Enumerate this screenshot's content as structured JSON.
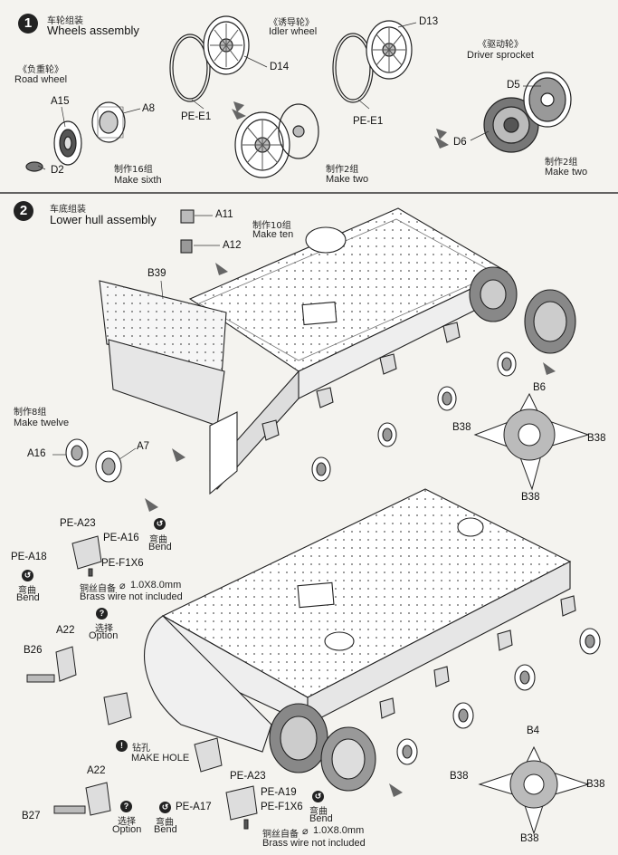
{
  "step1": {
    "number": "1",
    "title_zh": "车轮组装",
    "title_en": "Wheels assembly",
    "road_wheel": {
      "label_zh": "《负重轮》",
      "label_en": "Road wheel",
      "parts": [
        "A15",
        "A8",
        "D2"
      ],
      "qty_zh": "制作16组",
      "qty_en": "Make sixth"
    },
    "idler_wheel": {
      "label_zh": "《诱导轮》",
      "label_en": "Idler wheel",
      "parts": [
        "D14",
        "PE-E1"
      ],
      "qty_zh": "制作2组",
      "qty_en": "Make two"
    },
    "sprocket": {
      "label_zh": "《驱动轮》",
      "label_en": "Driver sprocket",
      "parts": [
        "D13",
        "PE-E1",
        "D5",
        "D6"
      ],
      "qty_zh": "制作2组",
      "qty_en": "Make two"
    }
  },
  "step2": {
    "number": "2",
    "title_zh": "车底组装",
    "title_en": "Lower hull assembly",
    "return_roller": {
      "parts": [
        "A11",
        "A12"
      ],
      "qty_zh": "制作10组",
      "qty_en": "Make ten"
    },
    "b39": "B39",
    "wheel_pair": {
      "parts": [
        "A16",
        "A7"
      ],
      "qty_zh": "制作8组",
      "qty_en": "Make twelve"
    },
    "sprocket_upper": {
      "center": "B6",
      "sides": [
        "B38",
        "B38",
        "B38"
      ]
    },
    "sprocket_lower": {
      "center": "B4",
      "sides": [
        "B38",
        "B38",
        "B38"
      ]
    },
    "pe_group_1": {
      "parts": [
        "PE-A23",
        "PE-A16",
        "PE-A18",
        "PE-F1X6"
      ],
      "bend_zh": "弯曲",
      "bend_en": "Bend",
      "bend2_zh": "弯曲",
      "bend2_en": "Bend",
      "wire_zh": "铜丝自备",
      "wire_size": "1.0X8.0mm",
      "wire_en": "Brass wire not included"
    },
    "option_1": {
      "zh": "选择",
      "en": "Option",
      "parts": [
        "A22",
        "B26"
      ]
    },
    "make_hole": {
      "zh": "钻孔",
      "en": "MAKE HOLE"
    },
    "option_2": {
      "zh": "选择",
      "en": "Option",
      "parts": [
        "A22",
        "B27"
      ]
    },
    "pe_group_2": {
      "parts": [
        "PE-A23",
        "PE-A19",
        "PE-A17",
        "PE-F1X6"
      ],
      "bend_zh": "弯曲",
      "bend_en": "Bend",
      "bend2_zh": "弯曲",
      "bend2_en": "Bend",
      "wire_zh": "铜丝自备",
      "wire_size": "1.0X8.0mm",
      "wire_en": "Brass wire not included"
    }
  }
}
